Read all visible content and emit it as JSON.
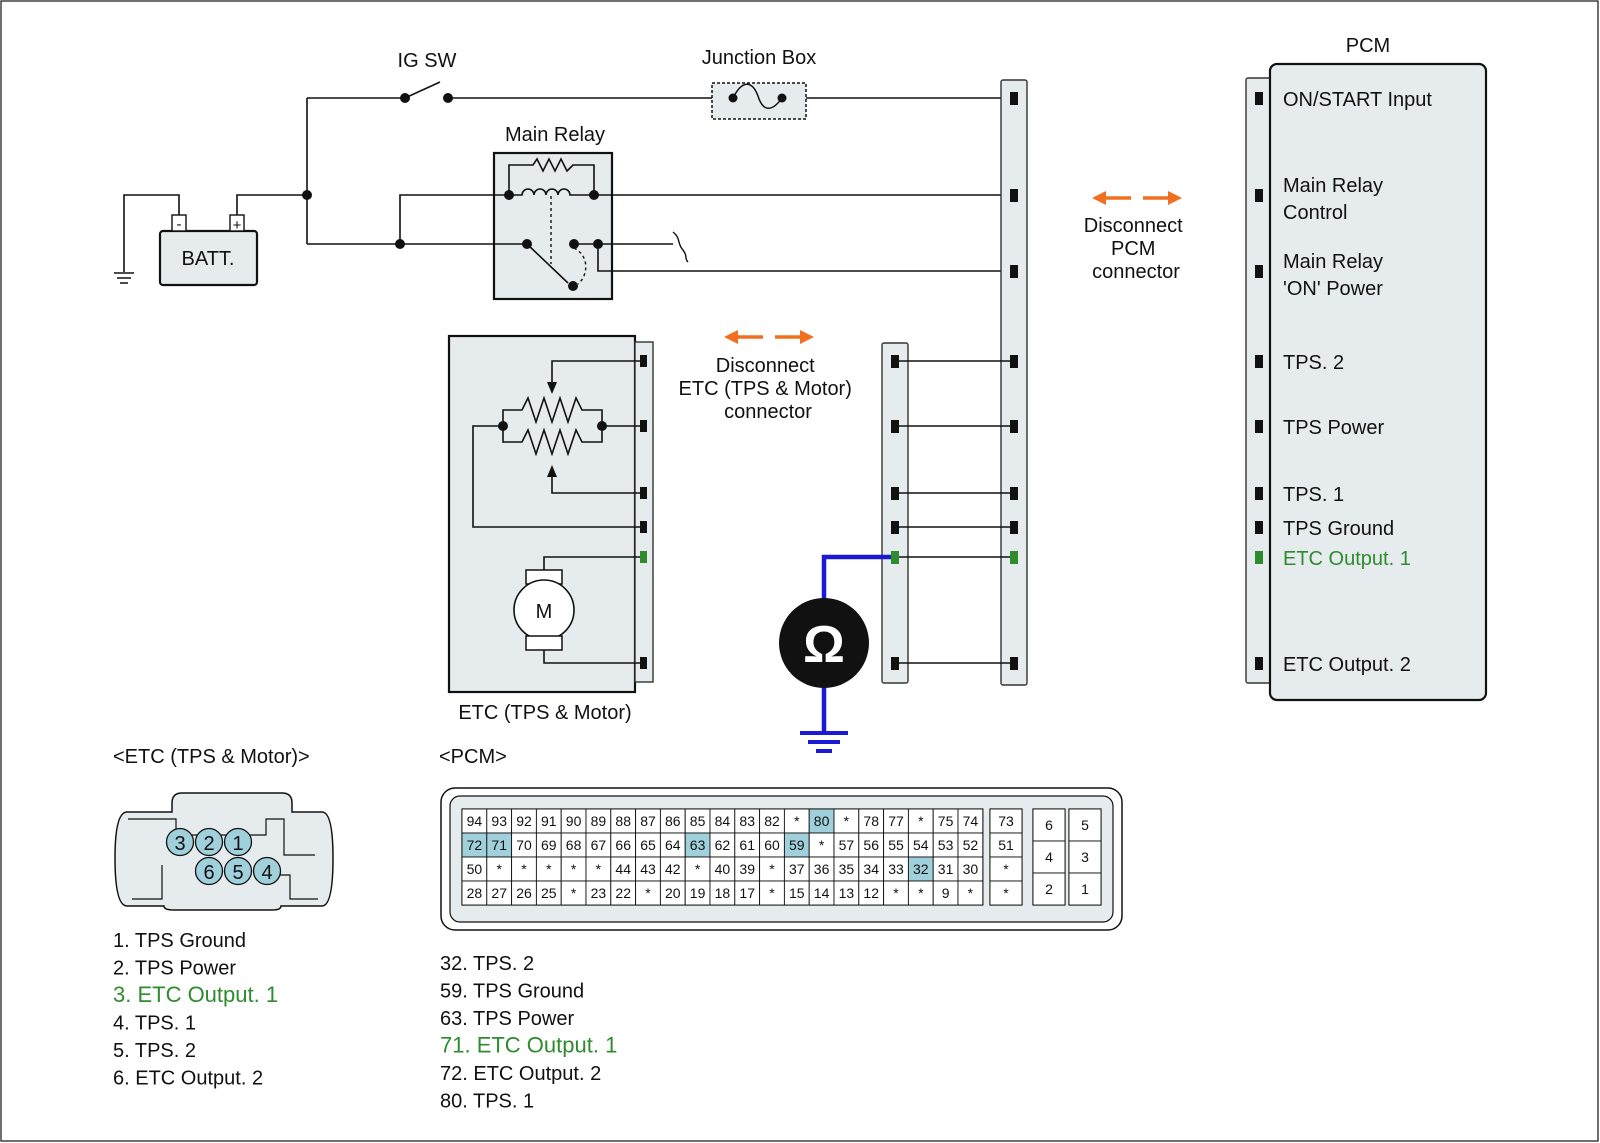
{
  "colors": {
    "highlight": "#2e8b2e",
    "probe_wire": "#1a1ad6",
    "arrow": "#f07020",
    "panel": "#e6eced",
    "cavity_highlight": "#9fd0dc"
  },
  "icons": {
    "ohmmeter": "ohmmeter-icon",
    "ground": "ground-icon",
    "motor": "motor-icon"
  },
  "labels": {
    "ig_sw": "IG SW",
    "junction_box": "Junction Box",
    "main_relay": "Main Relay",
    "batt": "BATT.",
    "batt_neg": "-",
    "batt_pos": "+",
    "etc_caption": "ETC (TPS & Motor)",
    "motor": "M",
    "ohm": "Ω",
    "pcm_title": "PCM",
    "disconnect_pcm": [
      "Disconnect",
      "PCM",
      "connector"
    ],
    "disconnect_etc": [
      "Disconnect",
      "ETC (TPS & Motor)",
      "connector"
    ]
  },
  "pcm_pins": [
    {
      "label": [
        "ON/START Input"
      ],
      "highlight": false
    },
    {
      "label": [
        "Main Relay",
        "Control"
      ],
      "highlight": false
    },
    {
      "label": [
        "Main Relay",
        "'ON' Power"
      ],
      "highlight": false
    },
    {
      "label": [
        "TPS. 2"
      ],
      "highlight": false
    },
    {
      "label": [
        "TPS Power"
      ],
      "highlight": false
    },
    {
      "label": [
        "TPS. 1"
      ],
      "highlight": false
    },
    {
      "label": [
        "TPS Ground"
      ],
      "highlight": false
    },
    {
      "label": [
        "ETC Output. 1"
      ],
      "highlight": true
    },
    {
      "label": [
        "ETC Output. 2"
      ],
      "highlight": false
    }
  ],
  "etc_connector": {
    "title": "<ETC (TPS & Motor)>",
    "top_row": [
      "3",
      "2",
      "1"
    ],
    "bottom_row": [
      "6",
      "5",
      "4"
    ],
    "legend": [
      {
        "text": "1. TPS Ground",
        "highlight": false
      },
      {
        "text": "2. TPS Power",
        "highlight": false
      },
      {
        "text": "3. ETC Output. 1",
        "highlight": true
      },
      {
        "text": "4. TPS. 1",
        "highlight": false
      },
      {
        "text": "5. TPS. 2",
        "highlight": false
      },
      {
        "text": "6. ETC Output. 2",
        "highlight": false
      }
    ]
  },
  "pcm_connector": {
    "title": "<PCM>",
    "rows": [
      [
        "94",
        "93",
        "92",
        "91",
        "90",
        "89",
        "88",
        "87",
        "86",
        "85",
        "84",
        "83",
        "82",
        "*",
        "80",
        "*",
        "78",
        "77",
        "*",
        "75",
        "74"
      ],
      [
        "72",
        "71",
        "70",
        "69",
        "68",
        "67",
        "66",
        "65",
        "64",
        "63",
        "62",
        "61",
        "60",
        "59",
        "*",
        "57",
        "56",
        "55",
        "54",
        "53",
        "52"
      ],
      [
        "50",
        "*",
        "*",
        "*",
        "*",
        "*",
        "44",
        "43",
        "42",
        "*",
        "40",
        "39",
        "*",
        "37",
        "36",
        "35",
        "34",
        "33",
        "32",
        "31",
        "30"
      ],
      [
        "28",
        "27",
        "26",
        "25",
        "*",
        "23",
        "22",
        "*",
        "20",
        "19",
        "18",
        "17",
        "*",
        "15",
        "14",
        "13",
        "12",
        "*",
        "*",
        "9",
        "*"
      ]
    ],
    "right_column": [
      "73",
      "51",
      "*",
      "*"
    ],
    "aux_left": [
      "6",
      "4",
      "2"
    ],
    "aux_right": [
      "5",
      "3",
      "1"
    ],
    "highlighted": [
      "80",
      "72",
      "71",
      "63",
      "59",
      "32"
    ],
    "legend": [
      {
        "text": "32. TPS. 2",
        "highlight": false
      },
      {
        "text": "59. TPS Ground",
        "highlight": false
      },
      {
        "text": "63. TPS Power",
        "highlight": false
      },
      {
        "text": "71. ETC Output. 1",
        "highlight": true
      },
      {
        "text": "72. ETC Output. 2",
        "highlight": false
      },
      {
        "text": "80. TPS. 1",
        "highlight": false
      }
    ]
  }
}
